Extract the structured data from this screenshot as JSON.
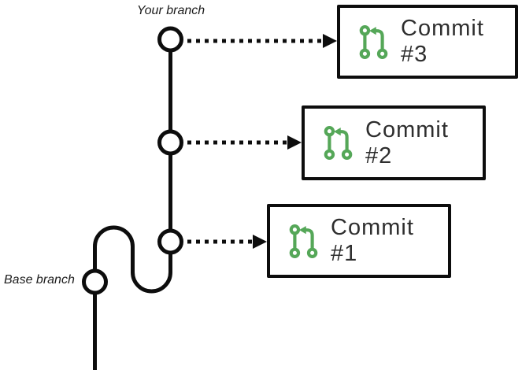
{
  "labels": {
    "your_branch": "Your branch",
    "base_branch": "Base branch"
  },
  "commits": [
    {
      "label": "Commit #3",
      "icon": "git-compare-icon"
    },
    {
      "label": "Commit #2",
      "icon": "git-compare-icon"
    },
    {
      "label": "Commit #1",
      "icon": "git-compare-icon"
    }
  ],
  "colors": {
    "line_black": "#0d0d0d",
    "icon_green": "#55a758",
    "box_border": "#0d0d0d",
    "box_background": "#ffffff",
    "text_dark": "#2e2e2e",
    "background": "#ffffff"
  }
}
